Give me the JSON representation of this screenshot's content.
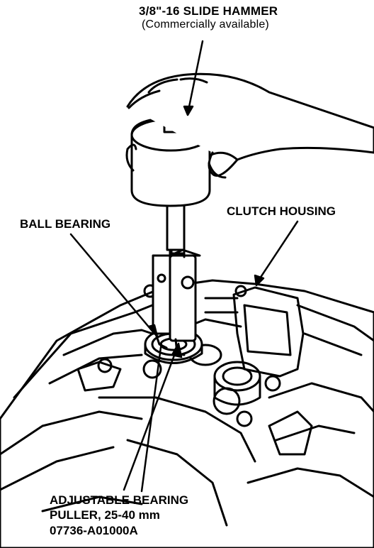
{
  "labels": {
    "slide_hammer": "3/8\"-16 SLIDE HAMMER",
    "slide_hammer_note": "(Commercially available)",
    "clutch_housing": "CLUTCH HOUSING",
    "ball_bearing": "BALL BEARING",
    "puller_line1": "ADJUSTABLE BEARING",
    "puller_line2": "PULLER, 25-40 mm",
    "puller_line3": "07736-A01000A"
  },
  "colors": {
    "ink": "#000000",
    "paper": "#ffffff"
  }
}
